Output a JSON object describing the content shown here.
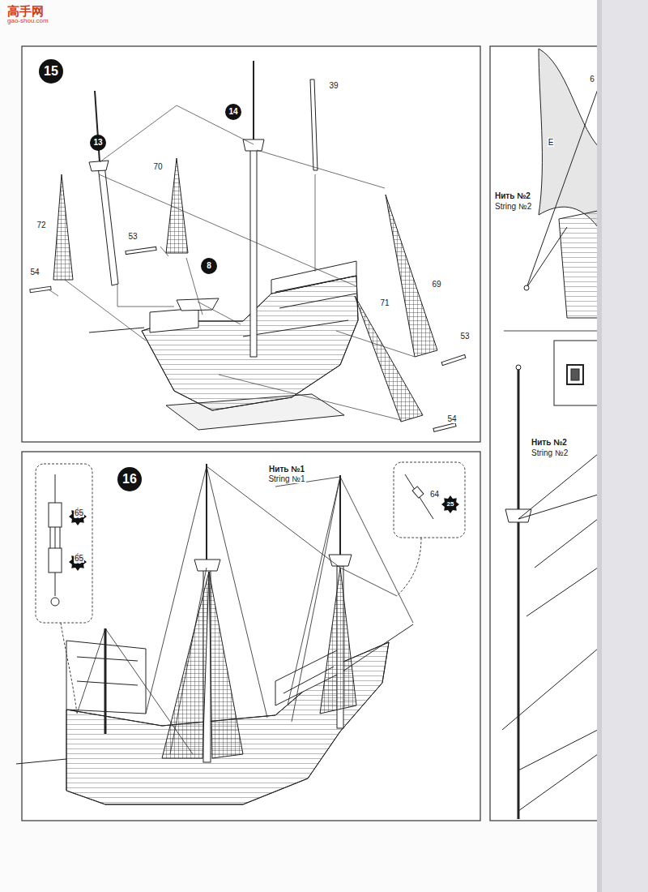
{
  "diagram": {
    "nodes": [
      {
        "text": [
          "15"
        ]
      },
      {
        "text": [
          "13"
        ]
      },
      {
        "text": [
          "14"
        ]
      },
      {
        "text": [
          "8"
        ]
      },
      {
        "text": [
          "16"
        ]
      },
      {
        "text": [
          "25"
        ]
      },
      {
        "text": [
          "25"
        ]
      },
      {
        "text": [
          "25"
        ]
      }
    ],
    "labels": [
      "高手网",
      "gao-shou.com",
      "39",
      "70",
      "72",
      "53",
      "54",
      "69",
      "71",
      "53",
      "54",
      "Нить №1",
      "String №1",
      "65",
      "65",
      "64",
      "6",
      "E",
      "Нить №2",
      "String №2",
      "Нить №2",
      "String №2"
    ]
  }
}
